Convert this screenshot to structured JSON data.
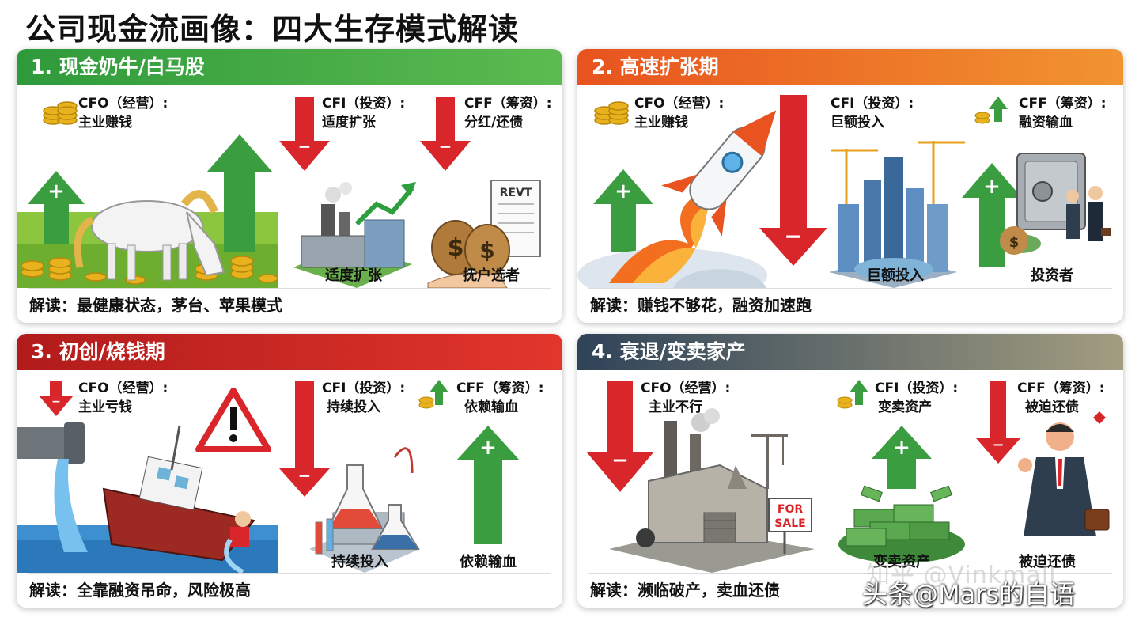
{
  "title": "公司现金流画像：四大生存模式解读",
  "cards": [
    {
      "header": "1. 现金奶牛/白马股",
      "cfo": {
        "title": "CFO（经营）:",
        "desc": "主业赚钱",
        "direction": "up"
      },
      "cfi": {
        "title": "CFI（投资）:",
        "desc": "适度扩张",
        "direction": "down",
        "caption": "适度扩张"
      },
      "cff": {
        "title": "CFF（筹资）:",
        "desc": "分红/还债",
        "direction": "down",
        "caption": "抚户选者",
        "receipt": "REVT"
      },
      "interpretation": "解读：最健康状态，茅台、苹果模式"
    },
    {
      "header": "2. 高速扩张期",
      "cfo": {
        "title": "CFO（经营）:",
        "desc": "主业赚钱",
        "direction": "up"
      },
      "cfi": {
        "title": "CFI（投资）:",
        "desc": "巨额投入",
        "direction": "down",
        "caption": "巨额投入"
      },
      "cff": {
        "title": "CFF（筹资）:",
        "desc": "融资输血",
        "direction": "up",
        "caption": "投资者"
      },
      "interpretation": "解读：赚钱不够花，融资加速跑"
    },
    {
      "header": "3. 初创/烧钱期",
      "cfo": {
        "title": "CFO（经营）:",
        "desc": "主业亏钱",
        "direction": "down"
      },
      "cfi": {
        "title": "CFI（投资）:",
        "desc": "持续投入",
        "direction": "down",
        "caption": "持续投入"
      },
      "cff": {
        "title": "CFF（筹资）:",
        "desc": "依赖输血",
        "direction": "up",
        "caption": "依赖输血"
      },
      "interpretation": "解读：全靠融资吊命，风险极高"
    },
    {
      "header": "4. 衰退/变卖家产",
      "cfo": {
        "title": "CFO（经营）:",
        "desc": "主业不行",
        "direction": "down"
      },
      "cfi": {
        "title": "CFI（投资）:",
        "desc": "变卖资产",
        "direction": "up",
        "caption": "变卖资产"
      },
      "cff": {
        "title": "CFF（筹资）:",
        "desc": "被迫还债",
        "direction": "down",
        "caption": "被迫还债"
      },
      "interpretation": "解读：濒临破产，卖血还债",
      "sign": "FOR SALE"
    }
  ],
  "watermark_bg": "知乎 @Vinkmall",
  "watermark": "头条@Mars的自语",
  "colors": {
    "green": "#2e9e3e",
    "red": "#d9262a",
    "gold": "#e7b21d"
  }
}
